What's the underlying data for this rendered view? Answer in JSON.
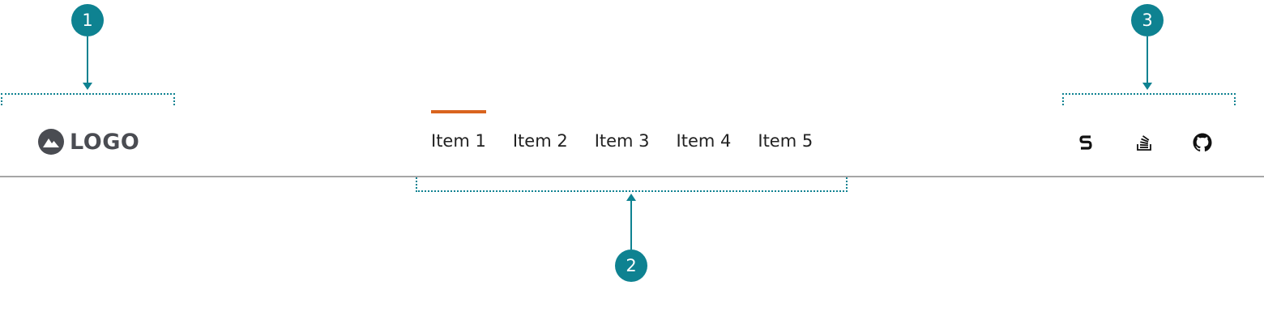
{
  "callouts": [
    "1",
    "2",
    "3"
  ],
  "logo": {
    "text": "LOGO",
    "icon": "mountain-icon"
  },
  "nav": {
    "items": [
      "Item 1",
      "Item 2",
      "Item 3",
      "Item 4",
      "Item 5"
    ],
    "active_index": 0
  },
  "social_icons": [
    "shapes-s-icon",
    "stack-overflow-icon",
    "github-icon"
  ],
  "colors": {
    "callout": "#0e8291",
    "active_indicator": "#d9641e",
    "logo": "#4a4c52",
    "text": "#222222",
    "divider": "#a6a6a6"
  }
}
